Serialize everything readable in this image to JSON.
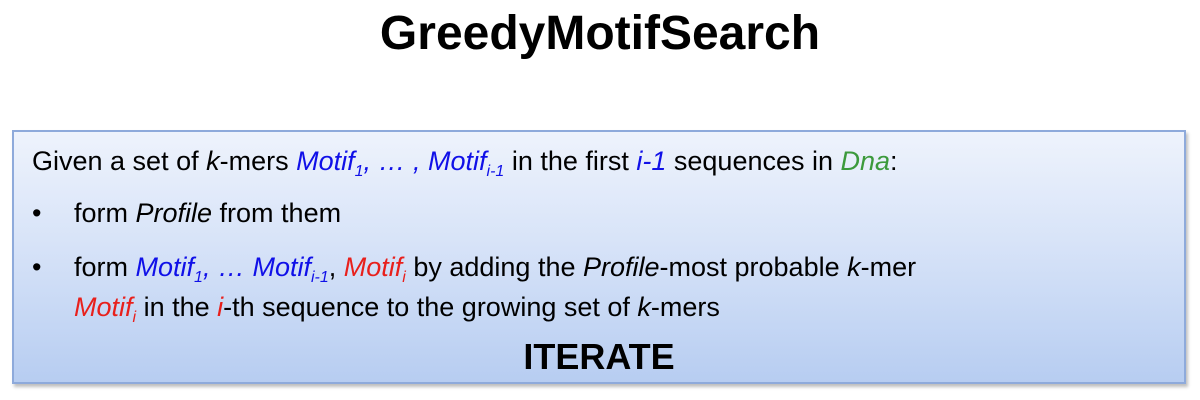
{
  "title": "GreedyMotifSearch",
  "line1": {
    "t1": "Given a set of ",
    "k": "k",
    "t2": "-mers ",
    "motif": "Motif",
    "sub1": "1",
    "ellipsis": ", … , ",
    "motif2": "Motif",
    "sub2": "i-1",
    "t3": " in the first ",
    "i1": "i-1",
    "t4": " sequences in ",
    "dna": "Dna",
    "t5": ":"
  },
  "bullet_char": "•",
  "line2": {
    "t1": "form ",
    "profile": "Profile",
    "t2": " from them"
  },
  "line3": {
    "t1": "form ",
    "motif1": "Motif",
    "sub1": "1",
    "ellipsis": ", … ",
    "motif2": "Motif",
    "sub2": "i-1",
    "comma": ", ",
    "motif3": "Motif",
    "sub3": "i",
    "t2": " by adding the ",
    "profile": "Profile",
    "t3": "-most probable ",
    "k": "k",
    "t4": "-mer"
  },
  "line4": {
    "motif": "Motif",
    "sub": "i",
    "t1": " in the  ",
    "i": "i",
    "t2": "-th sequence to the growing set of ",
    "k": "k",
    "t3": "-mers"
  },
  "iterate": "ITERATE",
  "colors": {
    "blue": "#1010e8",
    "red": "#e8201c",
    "green": "#3c9a3c",
    "box_border": "#8eaadb"
  }
}
